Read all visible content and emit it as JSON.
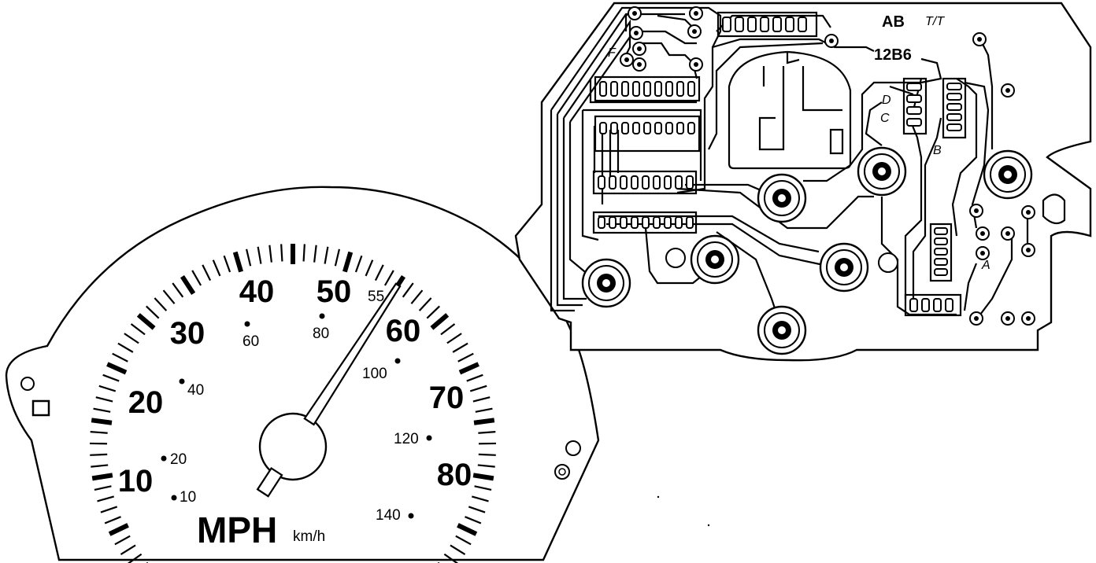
{
  "speedometer": {
    "mph_labels": [
      "10",
      "20",
      "30",
      "40",
      "50",
      "60",
      "70",
      "80"
    ],
    "mph_values": [
      10,
      20,
      30,
      40,
      50,
      60,
      70,
      80
    ],
    "kmh_labels": [
      "10",
      "20",
      "40",
      "60",
      "80",
      "100",
      "120",
      "140"
    ],
    "marker_label": "55",
    "unit_primary": "MPH",
    "unit_secondary": "km/h",
    "needle_value_mph": 55
  },
  "circuit_board": {
    "label_ab": "AB",
    "label_tt": "T/T",
    "label_code": "12B6",
    "label_f": "F",
    "label_d": "D",
    "label_c": "C",
    "label_b": "B",
    "label_a": "A"
  }
}
